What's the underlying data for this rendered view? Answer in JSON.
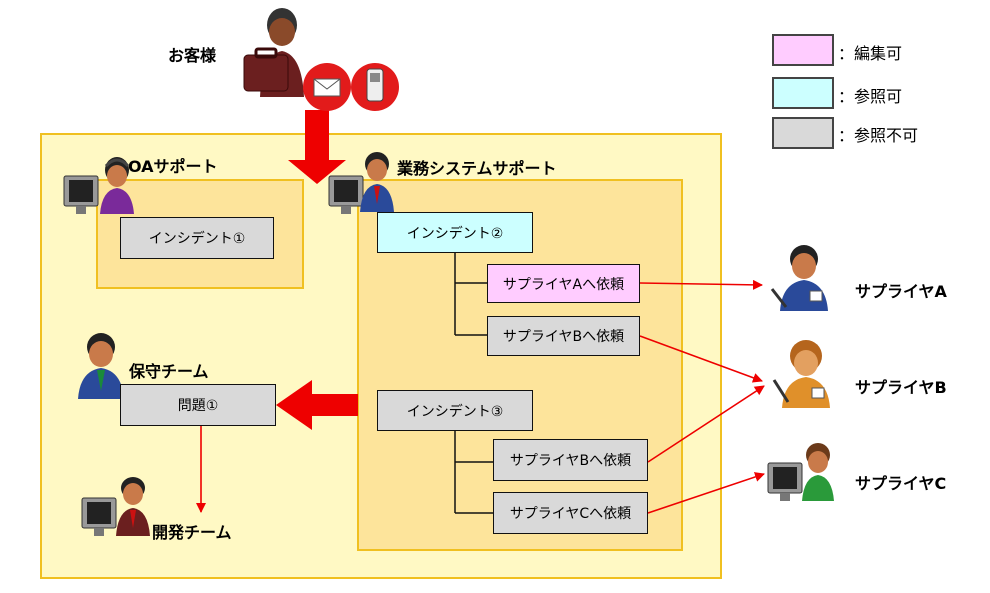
{
  "customer": {
    "label": "お客様"
  },
  "legend": [
    {
      "text": "：編集可",
      "color": "#ffccff"
    },
    {
      "text": "：参照可",
      "color": "#ccffff"
    },
    {
      "text": "：参照不可",
      "color": "#d9d9d9"
    }
  ],
  "teams": {
    "oa_support": "OAサポート",
    "business_support": "業務システムサポート",
    "maintenance": "保守チーム",
    "development": "開発チーム"
  },
  "boxes": {
    "incident1": "インシデント①",
    "incident2": "インシデント②",
    "incident3": "インシデント③",
    "problem1": "問題①",
    "req_a": "サプライヤAへ依頼",
    "req_b1": "サプライヤBへ依頼",
    "req_b2": "サプライヤBへ依頼",
    "req_c": "サプライヤCへ依頼"
  },
  "suppliers": {
    "a": "サプライヤA",
    "b": "サプライヤB",
    "c": "サプライヤC"
  },
  "colors": {
    "edit": "#ffccff",
    "view": "#ccffff",
    "none": "#d9d9d9",
    "arrow": "#ee0000"
  }
}
